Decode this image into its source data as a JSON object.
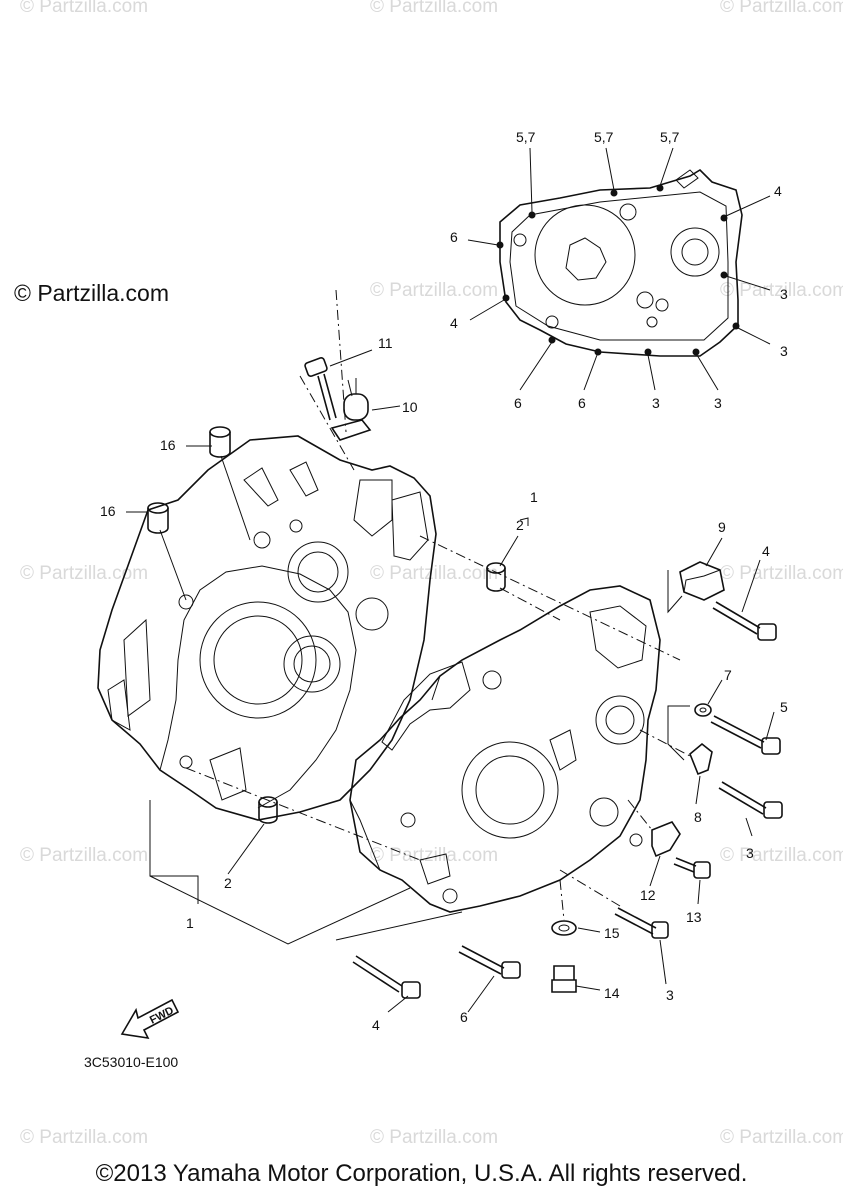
{
  "watermark_text": "© Partzilla.com",
  "copyright_main": "© Partzilla.com",
  "diagram_code": "3C53010-E100",
  "footer": "©2013 Yamaha Motor Corporation, U.S.A. All rights reserved.",
  "fwd_label": "FWD",
  "callouts": {
    "c57a": "5,7",
    "c57b": "5,7",
    "c57c": "5,7",
    "c4_top": "4",
    "c6_left": "6",
    "c4_left": "4",
    "c3_r1": "3",
    "c3_r2": "3",
    "c6_b1": "6",
    "c6_b2": "6",
    "c3_b1": "3",
    "c3_b2": "3",
    "c11": "11",
    "c10": "10",
    "c16a": "16",
    "c16b": "16",
    "c1_top": "1",
    "c2_top": "2",
    "c9": "9",
    "c4_bolt": "4",
    "c7": "7",
    "c5": "5",
    "c8": "8",
    "c3_bolt": "3",
    "c12": "12",
    "c13": "13",
    "c15": "15",
    "c14": "14",
    "c3_low": "3",
    "c6_low": "6",
    "c4_low": "4",
    "c2_low": "2",
    "c1_low": "1"
  }
}
